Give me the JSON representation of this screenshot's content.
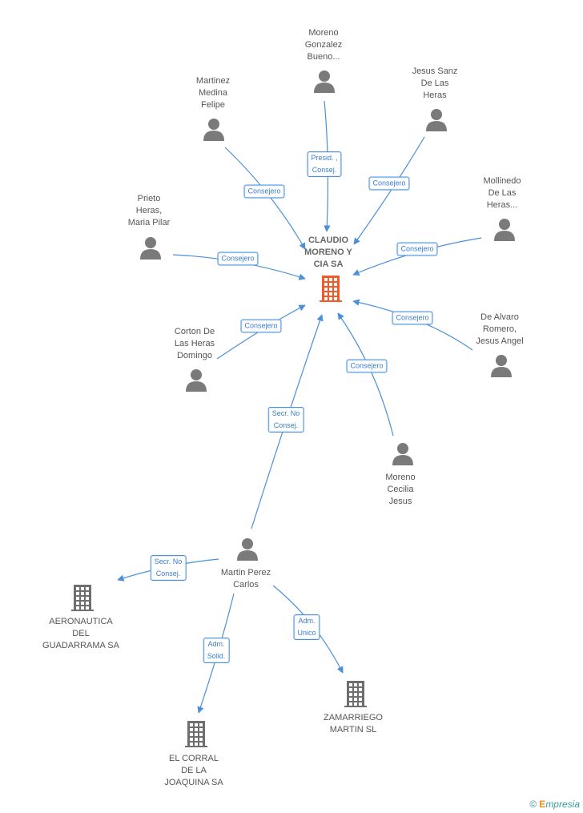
{
  "colors": {
    "edge": "#4a8fd8",
    "person": "#7a7a7a",
    "center_building": "#f05a28",
    "building": "#6e6e6e"
  },
  "center": {
    "label": "CLAUDIO\nMORENO Y\nCIA SA",
    "icon": "building-icon"
  },
  "persons": [
    {
      "id": "moreno-gonzalez",
      "label": "Moreno\nGonzalez\nBueno...",
      "icon": "person-icon"
    },
    {
      "id": "jesus-sanz",
      "label": "Jesus Sanz\nDe Las\nHeras",
      "icon": "person-icon"
    },
    {
      "id": "martinez-medina",
      "label": "Martinez\nMedina\nFelipe",
      "icon": "person-icon"
    },
    {
      "id": "mollinedo",
      "label": "Mollinedo\nDe Las\nHeras...",
      "icon": "person-icon"
    },
    {
      "id": "prieto-heras",
      "label": "Prieto\nHeras,\nMaria Pilar",
      "icon": "person-icon"
    },
    {
      "id": "de-alvaro",
      "label": "De Alvaro\nRomero,\nJesus Angel",
      "icon": "person-icon"
    },
    {
      "id": "corton",
      "label": "Corton De\nLas Heras\nDomingo",
      "icon": "person-icon"
    },
    {
      "id": "moreno-cecilia",
      "label": "Moreno\nCecilia\nJesus",
      "icon": "person-icon"
    },
    {
      "id": "martin-perez",
      "label": "Martin Perez\nCarlos",
      "icon": "person-icon"
    }
  ],
  "companies": [
    {
      "id": "aeronautica",
      "label": "AERONAUTICA\nDEL\nGUADARRAMA SA",
      "icon": "building-icon"
    },
    {
      "id": "zamarriego",
      "label": "ZAMARRIEGO\nMARTIN SL",
      "icon": "building-icon"
    },
    {
      "id": "el-corral",
      "label": "EL CORRAL\nDE LA\nJOAQUINA SA",
      "icon": "building-icon"
    }
  ],
  "edges": [
    {
      "from": "moreno-gonzalez",
      "to": "center",
      "label": "Presid. ,\nConsej."
    },
    {
      "from": "jesus-sanz",
      "to": "center",
      "label": "Consejero"
    },
    {
      "from": "martinez-medina",
      "to": "center",
      "label": "Consejero"
    },
    {
      "from": "mollinedo",
      "to": "center",
      "label": "Consejero"
    },
    {
      "from": "prieto-heras",
      "to": "center",
      "label": "Consejero"
    },
    {
      "from": "de-alvaro",
      "to": "center",
      "label": "Consejero"
    },
    {
      "from": "corton",
      "to": "center",
      "label": "Consejero"
    },
    {
      "from": "moreno-cecilia",
      "to": "center",
      "label": "Consejero"
    },
    {
      "from": "martin-perez",
      "to": "center",
      "label": "Secr. No\nConsej."
    },
    {
      "from": "martin-perez",
      "to": "aeronautica",
      "label": "Secr. No\nConsej."
    },
    {
      "from": "martin-perez",
      "to": "zamarriego",
      "label": "Adm.\nUnico"
    },
    {
      "from": "martin-perez",
      "to": "el-corral",
      "label": "Adm.\nSolid."
    }
  ],
  "brand": {
    "copyright": "©",
    "name_initial": "E",
    "name_rest": "mpresia"
  }
}
